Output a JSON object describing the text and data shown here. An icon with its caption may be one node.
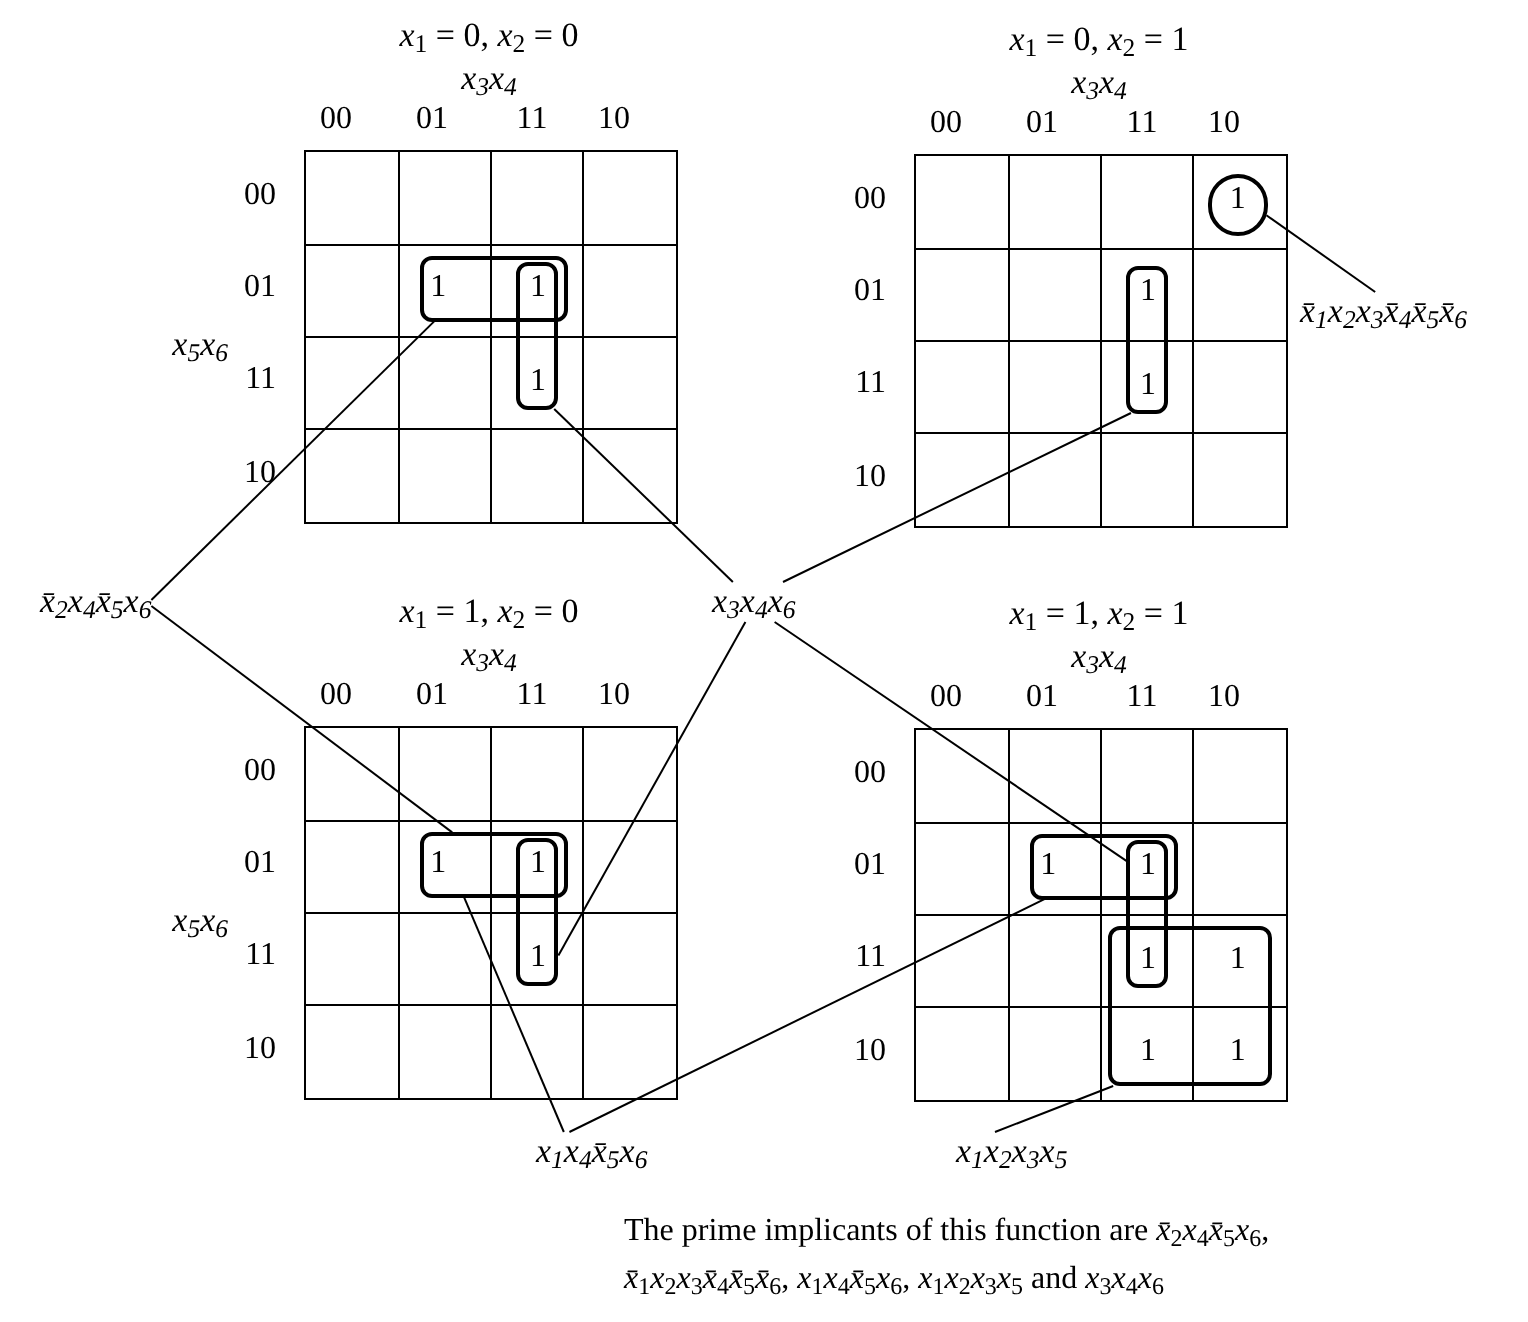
{
  "diagram": {
    "nodes": [
      {
        "text": [
          "*x*$_{1}$ = 0, *x*$_{2}$ = 0"
        ]
      },
      {
        "text": [],
        "shape": "box",
        "in": 0
      },
      {
        "text": [],
        "shape": "box",
        "in": 0
      },
      {
        "text": [
          "*x*$_{1}$ = 0, *x*$_{2}$ = 1"
        ]
      },
      {
        "text": [],
        "shape": "circle",
        "in": 3
      },
      {
        "text": [],
        "shape": "box",
        "in": 3
      },
      {
        "text": [
          "x̄$_{1}$x$_{2}$x$_{3}$x̄$_{4}$x̄$_{5}$x̄$_{6}$"
        ]
      },
      {
        "text": [
          "x̄$_{2}$x$_{4}$x̄$_{5}$x$_{6}$"
        ]
      },
      {
        "text": [
          "x$_{3}$x$_{4}$x$_{6}$"
        ]
      },
      {
        "text": [
          "*x*$_{1}$ = 1, *x*$_{2}$ = 0"
        ]
      },
      {
        "text": [],
        "shape": "box",
        "in": 9
      },
      {
        "text": [],
        "shape": "box",
        "in": 9
      },
      {
        "text": [
          "*x*$_{1}$ = 1, *x*$_{2}$ = 1"
        ]
      },
      {
        "text": [],
        "shape": "box",
        "in": 12
      },
      {
        "text": [],
        "shape": "box",
        "in": 12
      },
      {
        "text": [],
        "shape": "box",
        "in": 12
      },
      {
        "text": [
          "x$_{1}$x$_{4}$x̄$_{5}$x$_{6}$"
        ]
      },
      {
        "text": [
          "x$_{1}$x$_{2}$x$_{3}$x$_{5}$"
        ]
      }
    ],
    "edges": [
      {
        "from": 7,
        "to": 1,
        "arrow": "none"
      },
      {
        "from": 7,
        "to": 10,
        "arrow": "none"
      },
      {
        "from": 8,
        "to": 2,
        "arrow": "none"
      },
      {
        "from": 8,
        "to": 5,
        "arrow": "none"
      },
      {
        "from": 8,
        "to": 11,
        "arrow": "none"
      },
      {
        "from": 8,
        "to": 14,
        "arrow": "none"
      },
      {
        "from": 6,
        "to": 4,
        "arrow": "none"
      },
      {
        "from": 16,
        "to": 10,
        "arrow": "none"
      },
      {
        "from": 16,
        "to": 13,
        "arrow": "none"
      },
      {
        "from": 17,
        "to": 15,
        "arrow": "none"
      }
    ],
    "labels": [
      "x$_{3}$x$_{4}$",
      "00",
      "01",
      "11",
      "10",
      "00",
      "01",
      "x$_{5}$x$_{6}$",
      "11",
      "10",
      "1",
      "1",
      "1",
      "x$_{3}$x$_{4}$",
      "00",
      "01",
      "11",
      "10",
      "00",
      "01",
      "11",
      "10",
      "1",
      "1",
      "1",
      "x$_{3}$x$_{4}$",
      "00",
      "01",
      "11",
      "10",
      "00",
      "01",
      "x$_{5}$x$_{6}$",
      "11",
      "10",
      "1",
      "1",
      "1",
      "x$_{3}$x$_{4}$",
      "00",
      "01",
      "11",
      "10",
      "00",
      "01",
      "11",
      "10",
      "1",
      "1",
      "1",
      "1",
      "1",
      "1"
    ],
    "caption": "The prime implicants of this function are *x̄*$_{2}$*x*$_{4}$*x̄*$_{5}$*x*$_{6}$, *x̄*$_{1}$*x*$_{2}$*x*$_{3}$*x̄*$_{4}$*x̄*$_{5}$*x̄*$_{6}$, *x*$_{1}$*x*$_{4}$*x̄*$_{5}$*x*$_{6}$, *x*$_{1}$*x*$_{2}$*x*$_{3}$*x*$_{5}$ and *x*$_{3}$*x*$_{4}$*x*$_{6}$"
  }
}
